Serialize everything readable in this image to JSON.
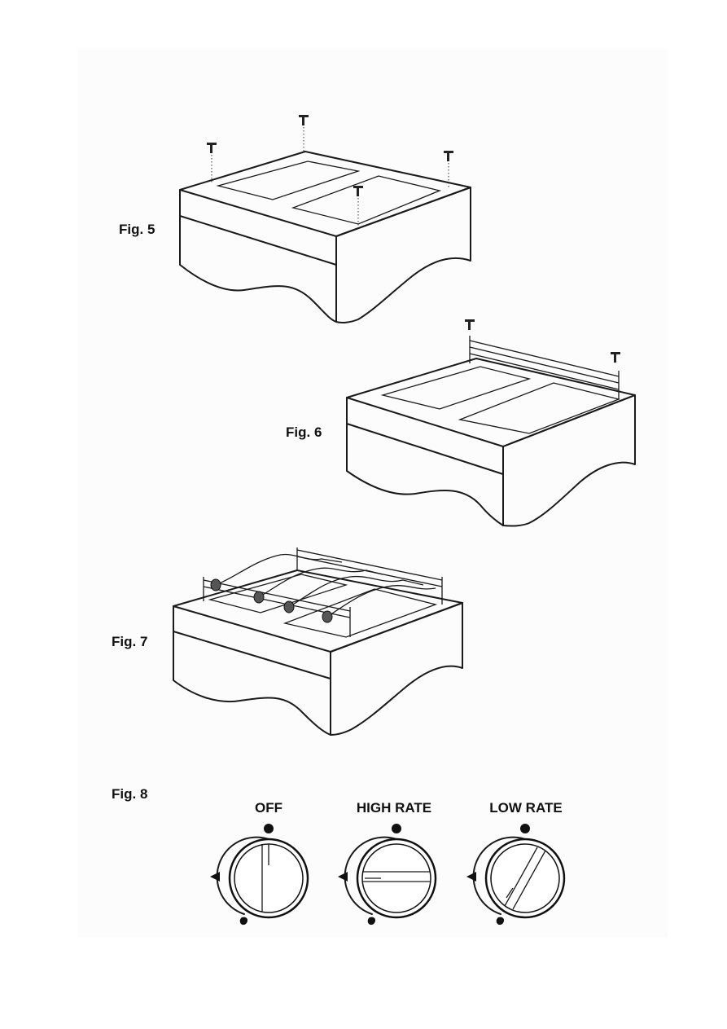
{
  "figures": {
    "fig5": {
      "label": "Fig. 5"
    },
    "fig6": {
      "label": "Fig. 6"
    },
    "fig7": {
      "label": "Fig. 7"
    },
    "fig8": {
      "label": "Fig. 8",
      "knobs": [
        {
          "label": "OFF"
        },
        {
          "label": "HIGH RATE"
        },
        {
          "label": "LOW RATE"
        }
      ]
    }
  }
}
